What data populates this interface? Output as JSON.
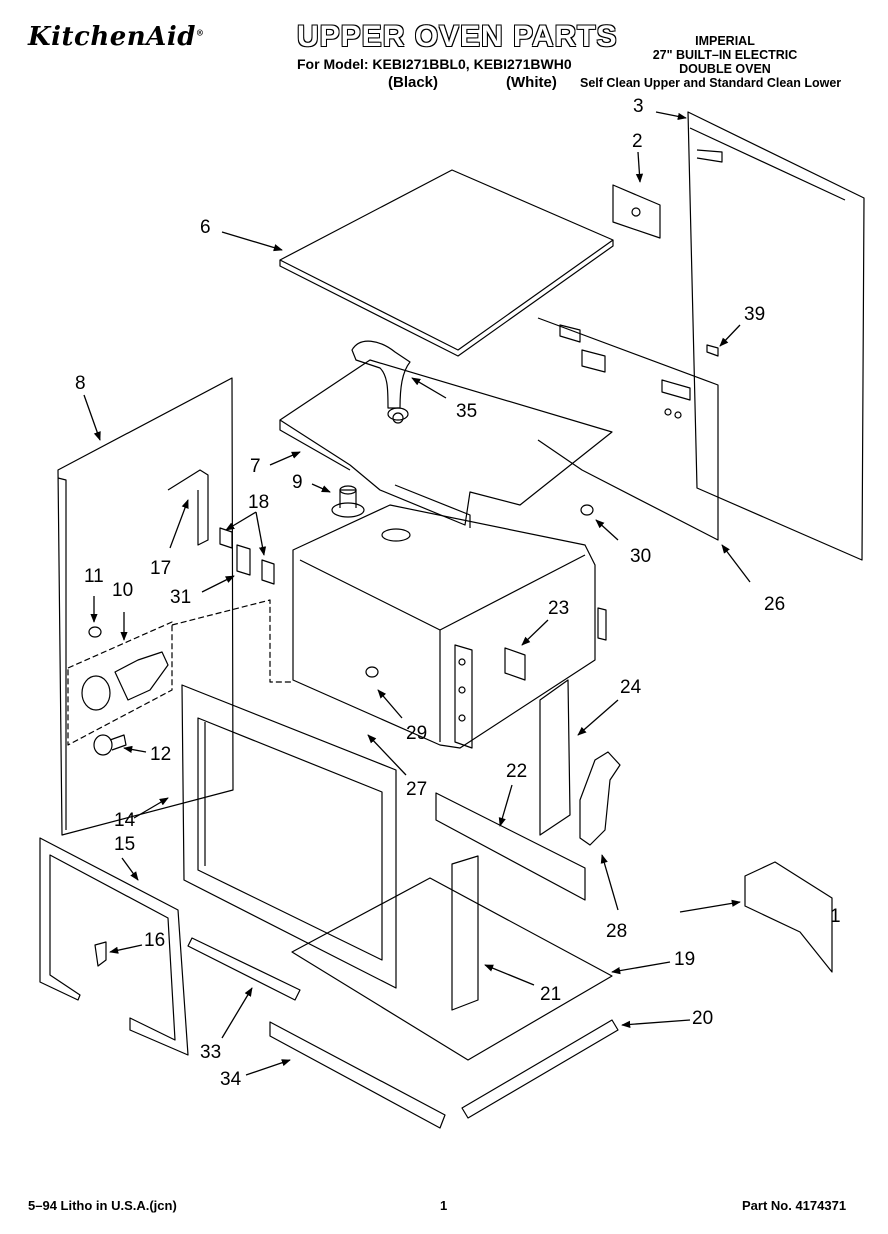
{
  "header": {
    "brand": "KitchenAid",
    "title": "UPPER OVEN PARTS",
    "for_model": "For Model: KEBI271BBL0, KEBI271BWH0",
    "variant_black": "(Black)",
    "variant_white": "(White)",
    "line1": "IMPERIAL",
    "line2": "27\" BUILT–IN ELECTRIC",
    "line3": "DOUBLE OVEN",
    "line4": "Self Clean Upper and Standard Clean Lower"
  },
  "callouts": [
    {
      "n": "1"
    },
    {
      "n": "2"
    },
    {
      "n": "3"
    },
    {
      "n": "6"
    },
    {
      "n": "7"
    },
    {
      "n": "8"
    },
    {
      "n": "9"
    },
    {
      "n": "10"
    },
    {
      "n": "11"
    },
    {
      "n": "12"
    },
    {
      "n": "14"
    },
    {
      "n": "15"
    },
    {
      "n": "16"
    },
    {
      "n": "17"
    },
    {
      "n": "18"
    },
    {
      "n": "19"
    },
    {
      "n": "20"
    },
    {
      "n": "21"
    },
    {
      "n": "22"
    },
    {
      "n": "23"
    },
    {
      "n": "24"
    },
    {
      "n": "26"
    },
    {
      "n": "27"
    },
    {
      "n": "28"
    },
    {
      "n": "29"
    },
    {
      "n": "30"
    },
    {
      "n": "31"
    },
    {
      "n": "33"
    },
    {
      "n": "34"
    },
    {
      "n": "35"
    },
    {
      "n": "39"
    }
  ],
  "footer": {
    "litho": "5–94 Litho in U.S.A.(jcn)",
    "page": "1",
    "part_no": "Part No. 4174371"
  }
}
